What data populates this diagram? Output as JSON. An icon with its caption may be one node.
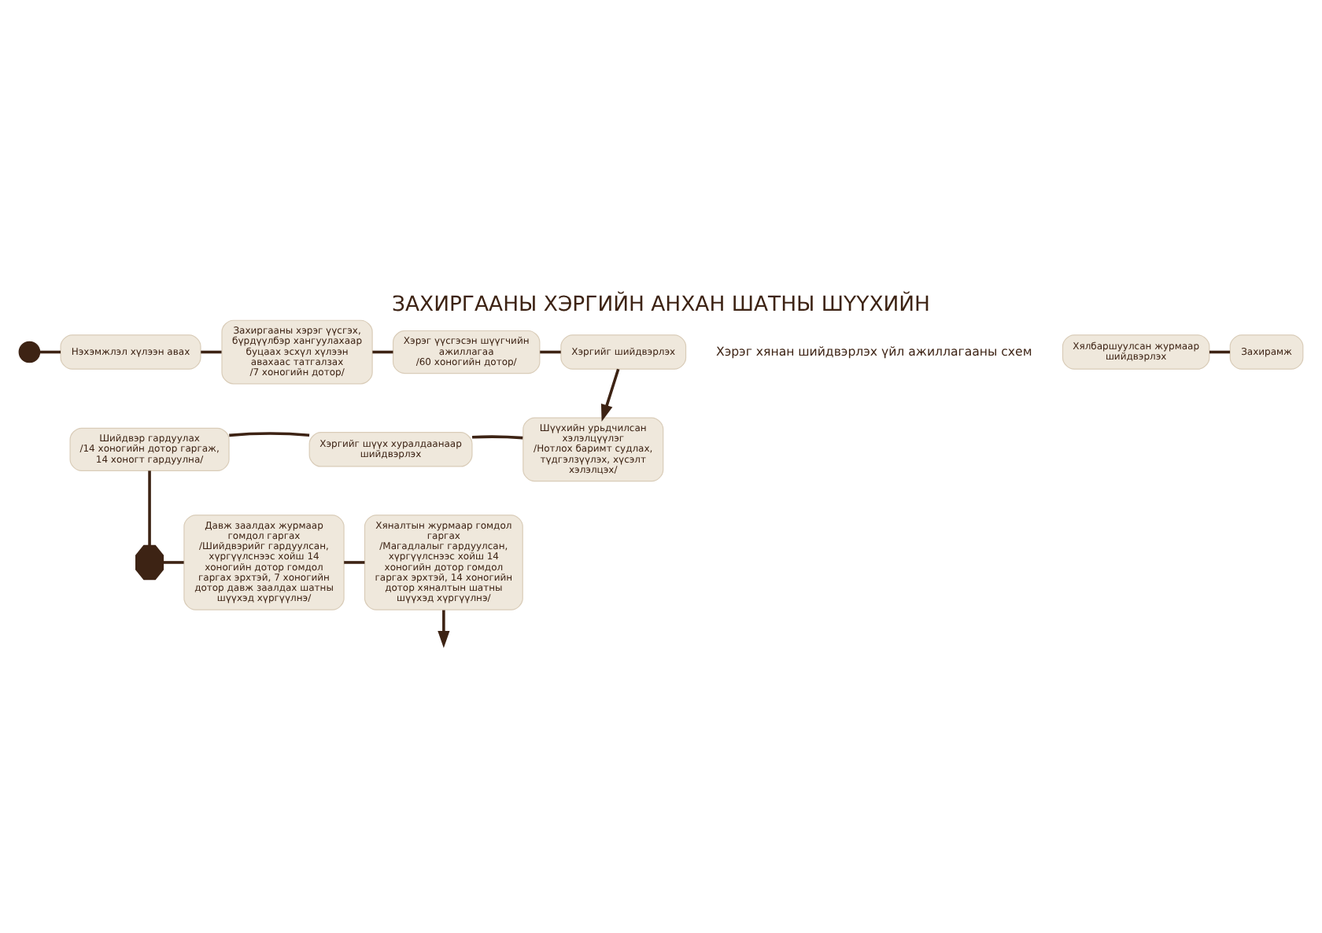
{
  "diagram": {
    "title": "ЗАХИРГААНЫ ХЭРГИЙН АНХАН ШАТНЫ ШҮҮХИЙН",
    "nodes": [
      {
        "text": [],
        "shape": "circle"
      },
      {
        "text": [
          "Нэхэмжлэл хүлээн авах"
        ]
      },
      {
        "text": [
          "Захиргааны хэрэг үүсгэх, бүрдүүлбэр хангуулахаар буцаах эсхүл хүлээн авахаас татгалзах",
          "/7 хоногийн дотор/"
        ]
      },
      {
        "text": [
          "Хэрэг үүсгэсэн шүүгчийн ажиллагаа",
          "/60 хоногийн дотор/"
        ]
      },
      {
        "text": [
          "Хялбаршуулсан журмаар шийдвэрлэх"
        ]
      },
      {
        "text": [
          "Захирамж"
        ]
      },
      {
        "text": [
          "Хэргийг шийдвэрлэх"
        ]
      },
      {
        "text": [
          "Шүүхийн урьдчилсан хэлэлцүүлэг",
          "/Нотлох баримт судлах, түдгэлзүүлэх, хүсэлт хэлэлцэх/"
        ]
      },
      {
        "text": [
          "Хэргийг шүүх хуралдаанаар шийдвэрлэх"
        ]
      },
      {
        "text": [
          "Шийдвэр гардуулах",
          "/14 хоногийн дотор гаргаж, 14 хоногт гардуулна/"
        ]
      },
      {
        "text": [],
        "shape": "gear"
      },
      {
        "text": [
          "Давж заалдах журмаар гомдол гаргах",
          "/Шийдвэрийг гардуулсан, хүргүүлснээс хойш 14 хоногийн дотор гомдол гаргах эрхтэй, 7 хоногийн дотор давж заалдах шатны шүүхэд хүргүүлнэ/"
        ]
      },
      {
        "text": [
          "Хяналтын журмаар гомдол гаргах",
          "/Магадлалыг гардуулсан, хүргүүлснээс хойш 14 хоногийн дотор гомдол гаргах эрхтэй, 14 хоногийн дотор хяналтын шатны шүүхэд хүргүүлнэ/"
        ]
      }
    ],
    "edges": [
      {
        "from": 0,
        "to": 1,
        "arrow": "none"
      },
      {
        "from": 1,
        "to": 2,
        "arrow": "none"
      },
      {
        "from": 2,
        "to": 3,
        "arrow": "none"
      },
      {
        "from": 3,
        "to": 6,
        "arrow": "none"
      },
      {
        "from": 4,
        "to": 5,
        "arrow": "none"
      },
      {
        "from": 6,
        "to": 7,
        "arrow": "to"
      },
      {
        "from": 7,
        "to": 8,
        "arrow": "none"
      },
      {
        "from": 8,
        "to": 9,
        "arrow": "none"
      },
      {
        "from": 9,
        "to": 10,
        "arrow": "none"
      },
      {
        "from": 10,
        "to": 11,
        "arrow": "none"
      },
      {
        "from": 11,
        "to": 12,
        "arrow": "none"
      },
      {
        "from": 12,
        "to": null,
        "arrow": "to"
      }
    ],
    "labels": [
      "Хэрэг хянан шийдвэрлэх үйл ажиллагааны схем"
    ]
  }
}
